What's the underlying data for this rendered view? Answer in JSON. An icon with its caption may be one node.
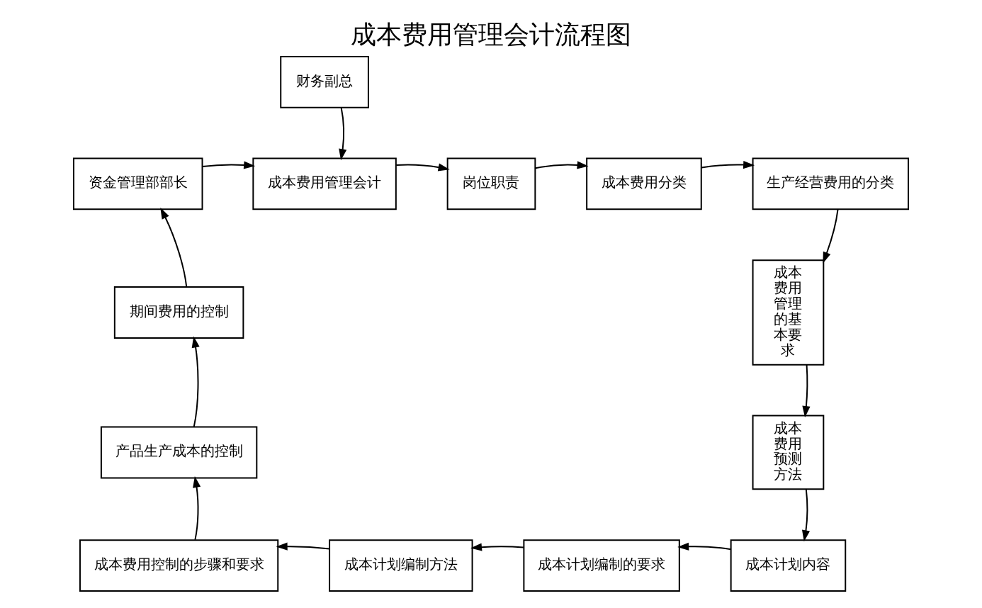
{
  "diagram": {
    "title": "成本费用管理会计流程图",
    "nodes": [
      {
        "text": [
          "财务副总"
        ]
      },
      {
        "text": [
          "资金管理部部长"
        ]
      },
      {
        "text": [
          "成本费用管理会计"
        ]
      },
      {
        "text": [
          "岗位职责"
        ]
      },
      {
        "text": [
          "成本费用分类"
        ]
      },
      {
        "text": [
          "生产经营费用的分类"
        ]
      },
      {
        "text": [
          "成本费用管理的基本要求"
        ]
      },
      {
        "text": [
          "成本费用预测方法"
        ]
      },
      {
        "text": [
          "成本计划内容"
        ]
      },
      {
        "text": [
          "成本计划编制的要求"
        ]
      },
      {
        "text": [
          "成本计划编制方法"
        ]
      },
      {
        "text": [
          "成本费用控制的步骤和要求"
        ]
      },
      {
        "text": [
          "产品生产成本的控制"
        ]
      },
      {
        "text": [
          "期间费用的控制"
        ]
      }
    ],
    "edges": [
      {
        "from": 0,
        "to": 2,
        "arrow": "to"
      },
      {
        "from": 1,
        "to": 2,
        "arrow": "to"
      },
      {
        "from": 2,
        "to": 3,
        "arrow": "to"
      },
      {
        "from": 3,
        "to": 4,
        "arrow": "to"
      },
      {
        "from": 4,
        "to": 5,
        "arrow": "to"
      },
      {
        "from": 5,
        "to": 6,
        "arrow": "to"
      },
      {
        "from": 6,
        "to": 7,
        "arrow": "to"
      },
      {
        "from": 7,
        "to": 8,
        "arrow": "to"
      },
      {
        "from": 8,
        "to": 9,
        "arrow": "to"
      },
      {
        "from": 9,
        "to": 10,
        "arrow": "to"
      },
      {
        "from": 10,
        "to": 11,
        "arrow": "to"
      },
      {
        "from": 11,
        "to": 12,
        "arrow": "to"
      },
      {
        "from": 12,
        "to": 13,
        "arrow": "to"
      },
      {
        "from": 13,
        "to": 1,
        "arrow": "to"
      }
    ]
  }
}
